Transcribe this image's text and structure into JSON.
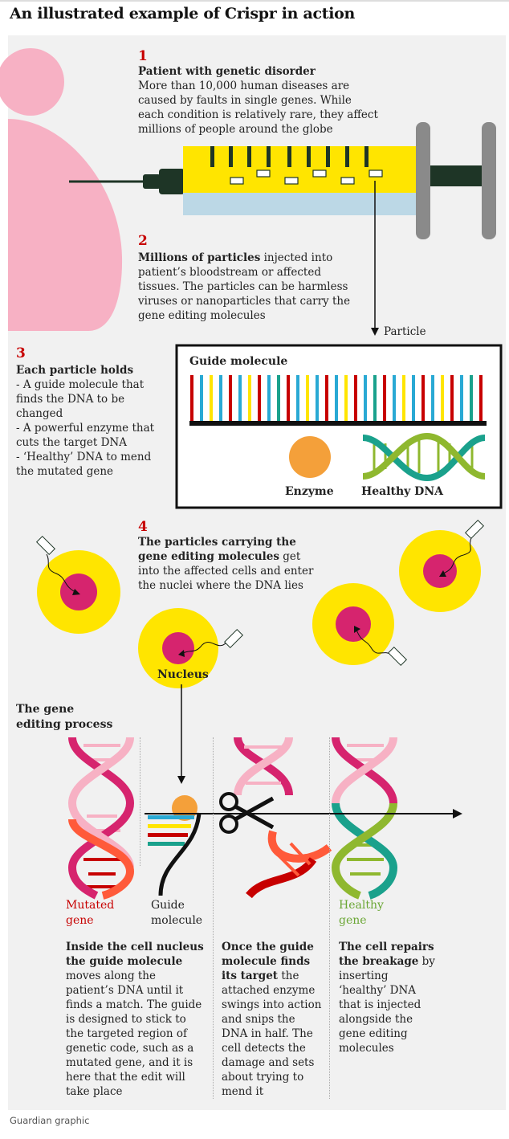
{
  "title": "An illustrated example of Crispr in action",
  "steps": {
    "s1": {
      "num": "1",
      "heading": "Patient with genetic disorder",
      "body": "More than 10,000 human diseases are caused by faults in single genes. While each condition is relatively rare, they affect millions of people around the globe"
    },
    "s2": {
      "num": "2",
      "bold": "Millions of particles",
      "body": " injected into patient’s bloodstream or affected tissues. The particles can be harmless viruses or nanoparticles that carry the gene editing molecules"
    },
    "s3": {
      "num": "3",
      "heading": "Each particle holds",
      "items": [
        "- A guide molecule that finds the DNA to be changed",
        "- A powerful enzyme that cuts the target DNA",
        "- ‘Healthy’ DNA to mend the mutated gene"
      ]
    },
    "s4": {
      "num": "4",
      "bold": "The particles carrying the gene editing molecules",
      "body": " get into the affected cells and enter the nuclei where the DNA lies"
    }
  },
  "labels": {
    "particle": "Particle",
    "guide_molecule_box": "Guide molecule",
    "enzyme": "Enzyme",
    "healthy_dna": "Healthy DNA",
    "nucleus": "Nucleus",
    "process_title": "The gene editing process",
    "mutated": "Mutated gene",
    "guide": "Guide molecule",
    "healthy": "Healthy gene"
  },
  "process": {
    "p1": {
      "bold": "Inside the cell nucleus the guide molecule",
      "body": " moves along the patient’s DNA until it finds a match. The guide is designed to stick to the targeted region of genetic code, such as a mutated gene, and it is here that the edit will take place"
    },
    "p2": {
      "bold": "Once the guide molecule finds its target",
      "body": " the attached enzyme swings into action and snips the DNA in half. The cell detects the damage and sets about trying to mend it"
    },
    "p3": {
      "bold": "The cell repairs the breakage",
      "body": " by inserting ‘healthy’ DNA that is injected alongside the gene editing molecules"
    }
  },
  "footer": "Guardian graphic",
  "colors": {
    "red": "#c70000",
    "yellow": "#ffe500",
    "pink": "#f7b1c4",
    "magenta": "#d6246e",
    "teal": "#1aa18c",
    "green": "#8fb82f",
    "orange": "#f4a03a",
    "blue": "#29a9d4",
    "lightblue": "#bcd8e6",
    "darkgreen": "#1e3526",
    "grey": "#8a8a8a"
  }
}
